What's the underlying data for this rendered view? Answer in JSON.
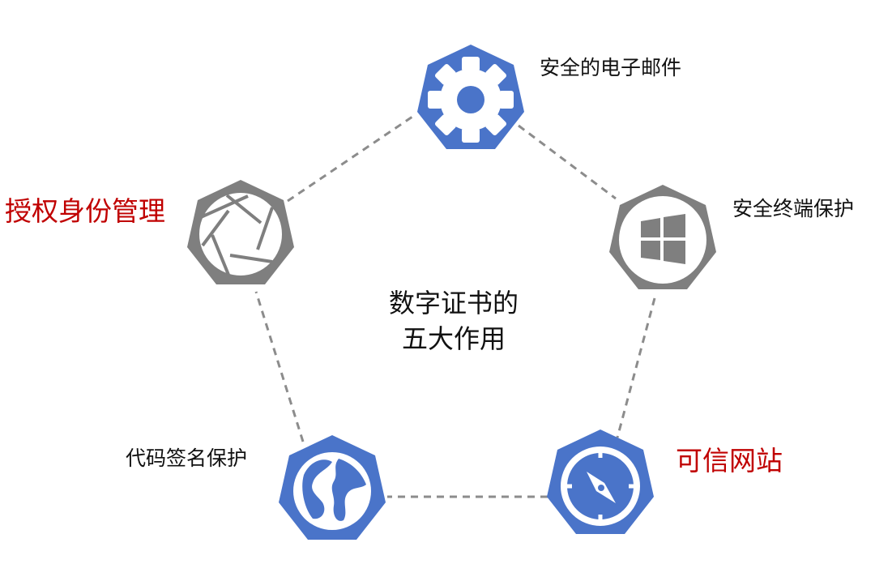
{
  "center": {
    "line1": "数字证书的",
    "line2": "五大作用"
  },
  "nodes": [
    {
      "id": "email",
      "label": "安全的电子邮件",
      "icon": "gear-icon",
      "fill": "#4a74c9",
      "label_color": "#111111"
    },
    {
      "id": "endpoint",
      "label": "安全终端保护",
      "icon": "windows-icon",
      "fill": "#7f7f7f",
      "label_color": "#111111"
    },
    {
      "id": "website",
      "label": "可信网站",
      "icon": "compass-icon",
      "fill": "#4a74c9",
      "label_color": "#c00000"
    },
    {
      "id": "codesign",
      "label": "代码签名保护",
      "icon": "globe-icon",
      "fill": "#4a74c9",
      "label_color": "#111111"
    },
    {
      "id": "identity",
      "label": "授权身份管理",
      "icon": "aperture-icon",
      "fill": "#7f7f7f",
      "label_color": "#c00000"
    }
  ],
  "colors": {
    "blue": "#4a74c9",
    "gray": "#7f7f7f",
    "red": "#c00000",
    "connector": "#8c8c8c"
  }
}
